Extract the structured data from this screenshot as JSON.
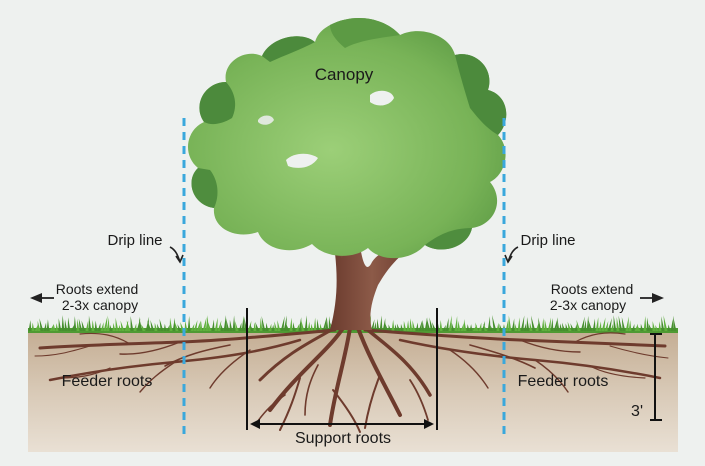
{
  "labels": {
    "canopy": "Canopy",
    "drip_line_left": "Drip line",
    "drip_line_right": "Drip line",
    "roots_extend_left_1": "Roots extend",
    "roots_extend_left_2": "2-3x canopy",
    "roots_extend_right_1": "Roots extend",
    "roots_extend_right_2": "2-3x canopy",
    "feeder_roots_left": "Feeder roots",
    "feeder_roots_right": "Feeder roots",
    "support_roots": "Support roots",
    "depth": "3'"
  },
  "colors": {
    "background": "#eef1ef",
    "soil_top": "#c8b39a",
    "soil_bottom": "#e6dbcd",
    "grass": "#5aa83a",
    "canopy_light": "#8cc46a",
    "canopy_dark": "#3f7a33",
    "trunk": "#7a4a3a",
    "roots": "#6b3a2c",
    "drip_line": "#3aa8dc"
  }
}
